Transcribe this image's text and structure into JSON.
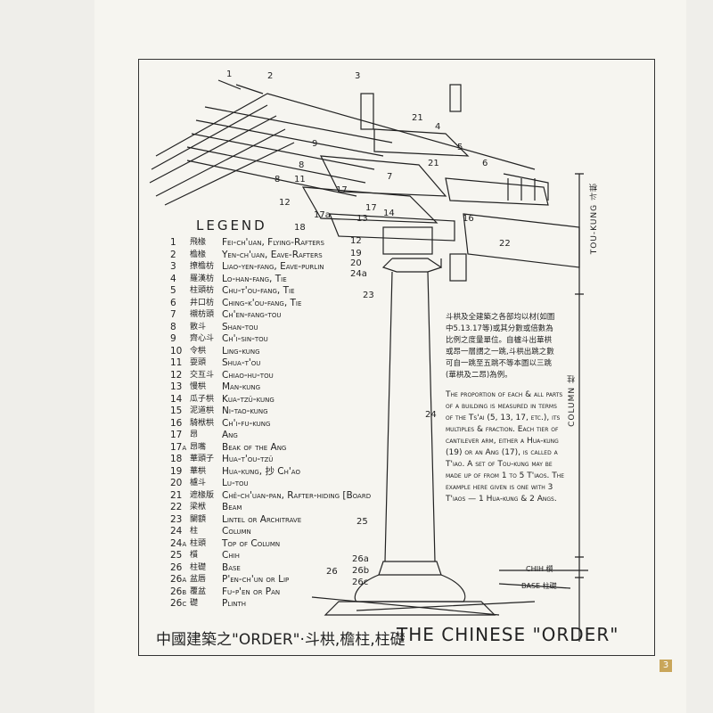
{
  "legend": {
    "title": "LEGEND",
    "items": [
      {
        "n": "1",
        "zh": "飛椽",
        "en": "Fei-ch'uan, Flying-Rafters"
      },
      {
        "n": "2",
        "zh": "檐椽",
        "en": "Yen-ch'uan, Eave-Rafters"
      },
      {
        "n": "3",
        "zh": "撩檐枋",
        "en": "Liao-yen-fang, Eave-purlin"
      },
      {
        "n": "4",
        "zh": "羅漢枋",
        "en": "Lo-han-fang, Tie"
      },
      {
        "n": "5",
        "zh": "柱頭枋",
        "en": "Chu-t'ou-fang, Tie"
      },
      {
        "n": "6",
        "zh": "井口枋",
        "en": "Ching-k'ou-fang, Tie"
      },
      {
        "n": "7",
        "zh": "襯枋頭",
        "en": "Ch'en-fang-tou"
      },
      {
        "n": "8",
        "zh": "散斗",
        "en": "Shan-tou"
      },
      {
        "n": "9",
        "zh": "齊心斗",
        "en": "Ch'i-sin-tou"
      },
      {
        "n": "10",
        "zh": "令栱",
        "en": "Ling-kung"
      },
      {
        "n": "11",
        "zh": "耍頭",
        "en": "Shua-t'ou"
      },
      {
        "n": "12",
        "zh": "交互斗",
        "en": "Chiao-hu-tou"
      },
      {
        "n": "13",
        "zh": "慢栱",
        "en": "Man-kung"
      },
      {
        "n": "14",
        "zh": "瓜子栱",
        "en": "Kua-tzŭ-kung"
      },
      {
        "n": "15",
        "zh": "泥道栱",
        "en": "Ni-tao-kung"
      },
      {
        "n": "16",
        "zh": "騎栿栱",
        "en": "Ch'i-fu-kung"
      },
      {
        "n": "17",
        "zh": "昂",
        "en": "Ang"
      },
      {
        "n": "17a",
        "zh": "昂嘴",
        "en": "Beak of the Ang"
      },
      {
        "n": "18",
        "zh": "華頭子",
        "en": "Hua-t'ou-tzŭ"
      },
      {
        "n": "19",
        "zh": "華栱",
        "en": "Hua-kung, 抄 Ch'ao"
      },
      {
        "n": "20",
        "zh": "櫨斗",
        "en": "Lu-tou"
      },
      {
        "n": "21",
        "zh": "遮椽版",
        "en": "Chê-ch'uan-pan, Rafter-hiding [Board"
      },
      {
        "n": "22",
        "zh": "梁栿",
        "en": "Beam"
      },
      {
        "n": "23",
        "zh": "闌額",
        "en": "Lintel or Architrave"
      },
      {
        "n": "24",
        "zh": "柱",
        "en": "Column"
      },
      {
        "n": "24a",
        "zh": "柱頭",
        "en": "Top of Column"
      },
      {
        "n": "25",
        "zh": "櫍",
        "en": "Chih"
      },
      {
        "n": "26",
        "zh": "柱礎",
        "en": "Base"
      },
      {
        "n": "26a",
        "zh": "盆唇",
        "en": "P'en-ch'un or Lip"
      },
      {
        "n": "26b",
        "zh": "覆盆",
        "en": "Fu-p'en or Pan"
      },
      {
        "n": "26c",
        "zh": "礎",
        "en": "Plinth"
      }
    ]
  },
  "note_zh": "斗栱及全建築之各部均以材(如圖中5.13.17等)或其分數或倍數為比例之度量單位。自櫨斗出華栱或昂一層謂之一跳,斗栱出跳之數可自一跳至五跳不等本圖以三跳(華栱及二昂)為例。",
  "note_en": "The proportion of each & all parts of a building is measured in terms of the Ts'ai (5, 13, 17, etc.), its multiples & fraction. Each tier of cantilever arm, either a Hua-kung (19) or an Ang (17), is called a T'iao. A set of Tou-kung may be made up of from 1 to 5 T'iaos. The example here given is one with 3 T'iaos — 1 Hua-kung & 2 Angs.",
  "side_labels": {
    "toukung": "TOU-KUNG 斗栱",
    "column": "COLUMN 柱",
    "chih": "CHIH 櫍",
    "base": "BASE 柱礎"
  },
  "callouts": [
    "1",
    "2",
    "3",
    "21",
    "4",
    "5",
    "21",
    "6",
    "9",
    "8",
    "11",
    "7",
    "8",
    "17",
    "12",
    "17a",
    "17",
    "14",
    "13",
    "16",
    "22",
    "18",
    "12",
    "19",
    "20",
    "24a",
    "23",
    "24",
    "25",
    "26a",
    "26b",
    "26c",
    "26"
  ],
  "caption_zh": "中國建築之\"ORDER\"·斗栱,檐柱,柱礎",
  "caption_en": "THE CHINESE \"ORDER\"",
  "page_number": "3"
}
